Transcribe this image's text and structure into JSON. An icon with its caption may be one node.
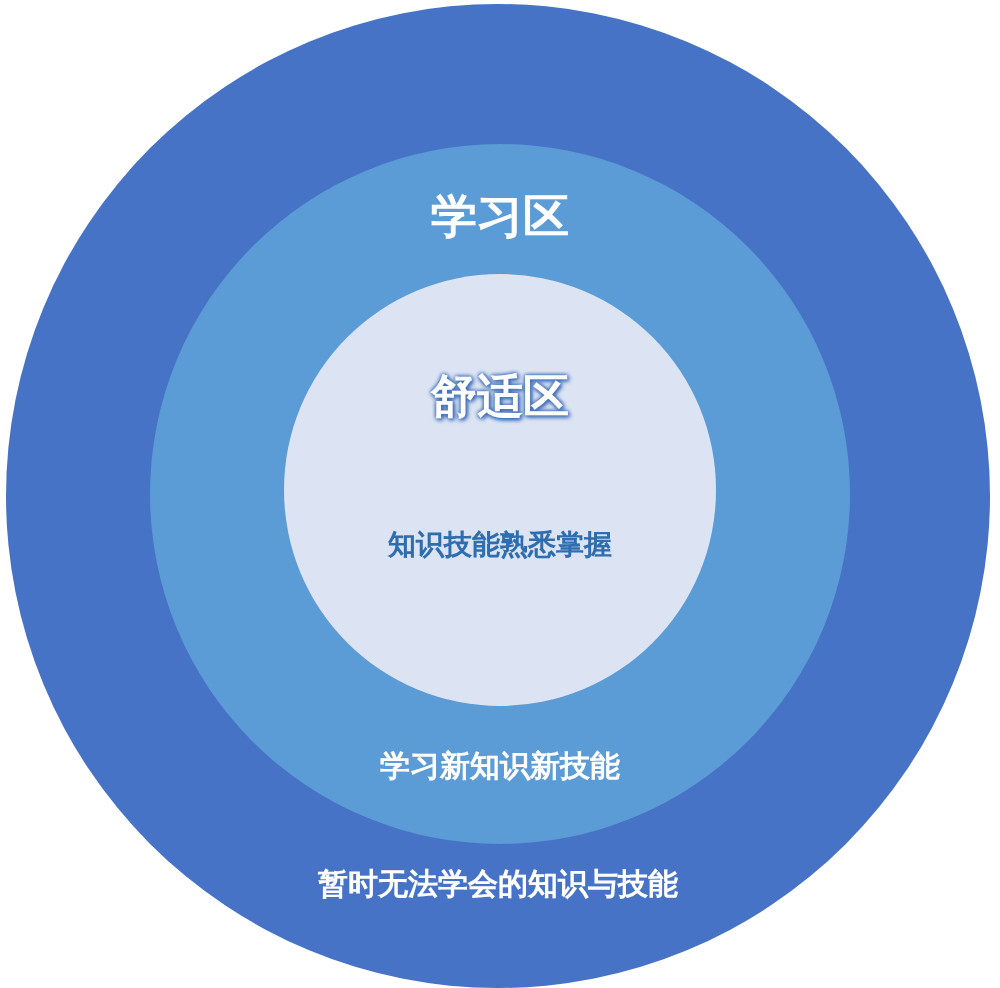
{
  "diagram": {
    "nodes": [
      {
        "text": [
          "暂时无法学会的知识与技能"
        ]
      },
      {
        "text": [
          "学习区",
          "学习新知识新技能"
        ],
        "in": 0
      },
      {
        "text": [
          "舒适区",
          "知识技能熟悉掌握"
        ],
        "in": 1
      }
    ]
  }
}
